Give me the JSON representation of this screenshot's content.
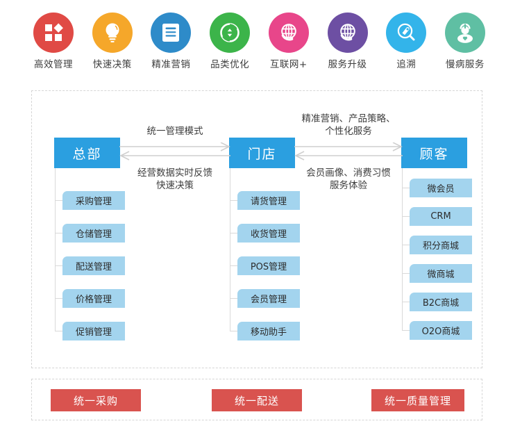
{
  "features": [
    {
      "label": "高效管理",
      "icon": "grid-squares-icon",
      "color": "#e04a45"
    },
    {
      "label": "快速决策",
      "icon": "lightbulb-icon",
      "color": "#f5a72a"
    },
    {
      "label": "精准营销",
      "icon": "document-lines-icon",
      "color": "#2e8bc9"
    },
    {
      "label": "品类优化",
      "icon": "refresh-cycle-icon",
      "color": "#3cb44a"
    },
    {
      "label": "互联网+",
      "icon": "globe-arrow-icon",
      "color": "#e8468a"
    },
    {
      "label": "服务升级",
      "icon": "globe-arrow-icon",
      "color": "#6d4fa3"
    },
    {
      "label": "追溯",
      "icon": "magnifier-tag-icon",
      "color": "#33b4ea"
    },
    {
      "label": "慢病服务",
      "icon": "person-care-icon",
      "color": "#5fbfa3"
    }
  ],
  "diagram": {
    "nodes": {
      "hq": "总部",
      "store": "门店",
      "cust": "顾客"
    },
    "captions": {
      "hq_to_store_top": "统一管理模式",
      "hq_to_store_bottom": "经营数据实时反馈\n快速决策",
      "store_to_cust_top": "精准营销、产品策略、\n个性化服务",
      "store_to_cust_bottom": "会员画像、消费习惯\n服务体验"
    },
    "hq_children": [
      "采购管理",
      "仓储管理",
      "配送管理",
      "价格管理",
      "促销管理"
    ],
    "store_children": [
      "请货管理",
      "收货管理",
      "POS管理",
      "会员管理",
      "移动助手"
    ],
    "cust_children": [
      "微会员",
      "CRM",
      "积分商城",
      "微商城",
      "B2C商城",
      "O2O商城"
    ]
  },
  "footer_chips": [
    "统一采购",
    "统一配送",
    "统一质量管理"
  ],
  "colors": {
    "primary_blue": "#2b9fe0",
    "child_blue": "#a3d4ee",
    "red": "#d9534f",
    "dashed_border": "#d5d5d5",
    "line_gray": "#d9d9d9"
  }
}
